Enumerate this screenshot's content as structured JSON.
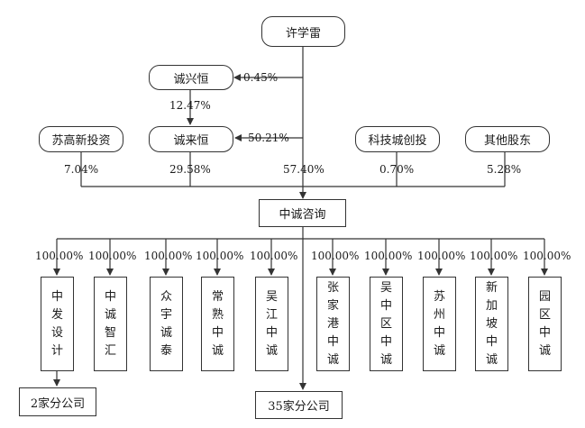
{
  "shareholders": {
    "top": "许学雷",
    "xingheng": "诚兴恒",
    "laiheng": "诚来恒",
    "suzhou_gaoxin": "苏高新投资",
    "kejicheng": "科技城创投",
    "others": "其他股东"
  },
  "company": "中诚咨询",
  "percentages": {
    "top_to_xingheng": "0.45%",
    "xingheng_to_laiheng": "12.47%",
    "top_to_laiheng": "50.21%",
    "suzhou_gaoxin": "7.04%",
    "laiheng": "29.58%",
    "top": "57.40%",
    "kejicheng": "0.70%",
    "others": "5.28%"
  },
  "subsidiaries": [
    {
      "name": "中发设计",
      "pct": "100.00%"
    },
    {
      "name": "中诚智汇",
      "pct": "100.00%"
    },
    {
      "name": "众宇诚泰",
      "pct": "100.00%"
    },
    {
      "name": "常熟中诚",
      "pct": "100.00%"
    },
    {
      "name": "吴江中诚",
      "pct": "100.00%"
    },
    {
      "name": "张家港中诚",
      "pct": "100.00%"
    },
    {
      "name": "吴中区中诚",
      "pct": "100.00%"
    },
    {
      "name": "苏州中诚",
      "pct": "100.00%"
    },
    {
      "name": "新加坡中诚",
      "pct": "100.00%"
    },
    {
      "name": "园区中诚",
      "pct": "100.00%"
    }
  ],
  "branches": {
    "left": "2家分公司",
    "right": "35家分公司"
  }
}
